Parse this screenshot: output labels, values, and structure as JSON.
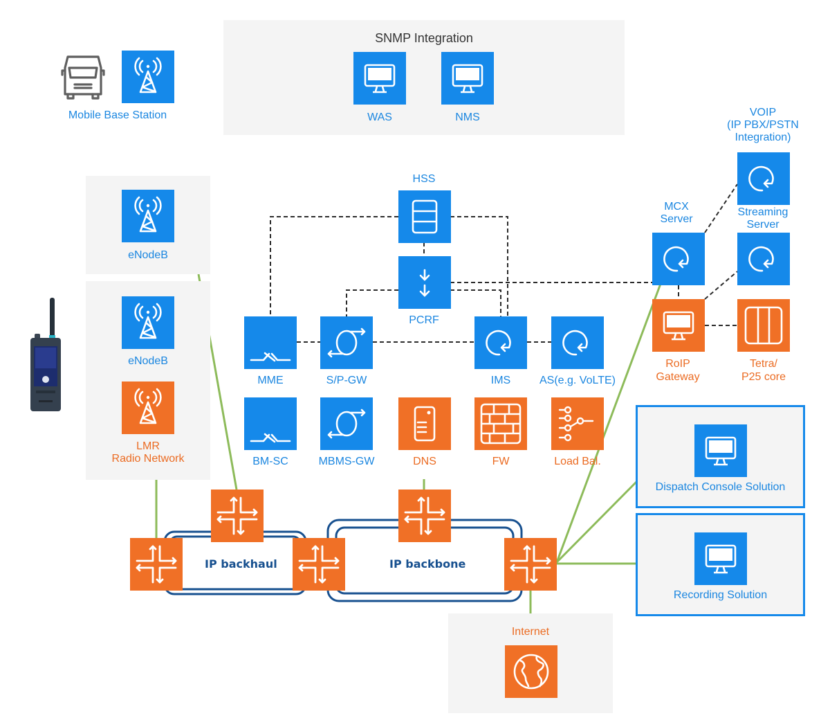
{
  "colors": {
    "blue": "#1589ea",
    "orange": "#f07026",
    "green_link": "#8dbb5a",
    "ring": "#17508f",
    "panel_bg": "#f4f4f4"
  },
  "mobile_base_station": {
    "label": "Mobile Base Station",
    "icons": [
      "van-icon",
      "cell-tower-icon"
    ]
  },
  "handheld_radio": {
    "icon": "handheld-radio-device"
  },
  "snmp": {
    "title": "SNMP Integration",
    "nodes": [
      {
        "label": "WAS",
        "icon": "monitor-icon"
      },
      {
        "label": "NMS",
        "icon": "monitor-icon"
      }
    ]
  },
  "enodeb_top": {
    "label": "eNodeB",
    "icon": "cell-tower-icon"
  },
  "radio_access": {
    "enodeb": {
      "label": "eNodeB",
      "icon": "cell-tower-icon"
    },
    "lmr": {
      "label_line1": "LMR",
      "label_line2": "Radio Network",
      "icon": "cell-tower-icon"
    }
  },
  "lte": {
    "title": "LTE Network",
    "hss": {
      "label": "HSS",
      "icon": "database-icon"
    },
    "pcrf": {
      "label": "PCRF",
      "icon": "double-down-arrow-icon"
    },
    "row1": [
      {
        "label": "MME",
        "icon": "switch-icon"
      },
      {
        "label": "S/P-GW",
        "icon": "loop-arrows-icon"
      },
      {
        "label": "IMS",
        "icon": "circular-arrow-icon"
      },
      {
        "label": "AS(e.g. VoLTE)",
        "icon": "circular-arrow-icon"
      }
    ],
    "row2": [
      {
        "label": "BM-SC",
        "icon": "switch-icon"
      },
      {
        "label": "MBMS-GW",
        "icon": "loop-arrows-icon"
      },
      {
        "label": "DNS",
        "icon": "server-icon"
      },
      {
        "label": "FW",
        "icon": "firewall-icon"
      },
      {
        "label": "Load Bal.",
        "icon": "load-balancer-icon"
      }
    ]
  },
  "mcx": {
    "header": "MCX Server",
    "voip_line1": "VOIP",
    "voip_line2": "(IP PBX/PSTN",
    "voip_line3": "Integration)",
    "streaming_line1": "Streaming",
    "streaming_line2": "Server",
    "mcx_server_line1": "MCX",
    "mcx_server_line2": "Server",
    "roip_line1": "RoIP",
    "roip_line2": "Gateway",
    "tetra_line1": "Tetra/",
    "tetra_line2": "P25 core"
  },
  "dispatch": {
    "label": "Dispatch Console Solution",
    "icon": "monitor-icon"
  },
  "recording": {
    "label": "Recording Solution",
    "icon": "monitor-icon"
  },
  "network": {
    "backhaul_label": "IP backhaul",
    "backbone_label": "IP backbone",
    "router_icon": "router-arrows-icon"
  },
  "internet": {
    "label": "Internet",
    "icon": "globe-icon"
  }
}
